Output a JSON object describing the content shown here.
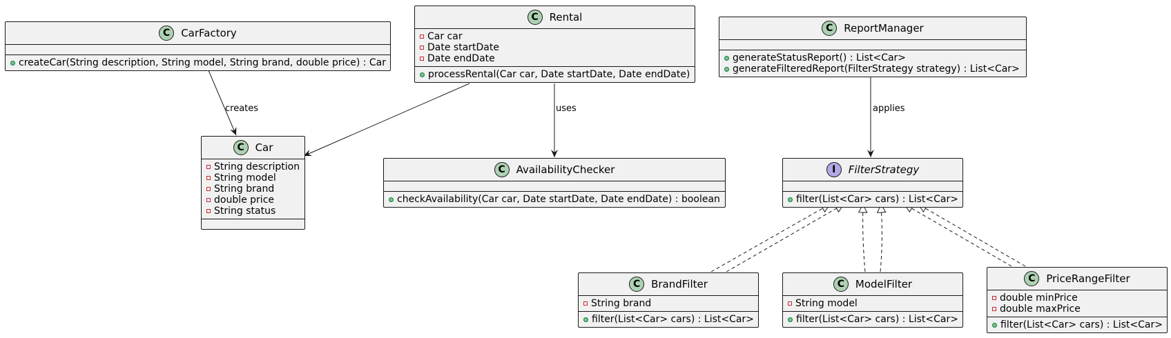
{
  "classes": {
    "carfactory": {
      "name": "CarFactory",
      "badge": "C",
      "fields": [],
      "methods": [
        "createCar(String description, String model, String brand, double price) : Car"
      ]
    },
    "rental": {
      "name": "Rental",
      "badge": "C",
      "fields": [
        "Car car",
        "Date startDate",
        "Date endDate"
      ],
      "methods": [
        "processRental(Car car, Date startDate, Date endDate)"
      ]
    },
    "reportmanager": {
      "name": "ReportManager",
      "badge": "C",
      "fields": [],
      "methods": [
        "generateStatusReport() : List<Car>",
        "generateFilteredReport(FilterStrategy strategy) : List<Car>"
      ]
    },
    "car": {
      "name": "Car",
      "badge": "C",
      "fields": [
        "String description",
        "String model",
        "String brand",
        "double price",
        "String status"
      ],
      "methods": []
    },
    "availabilitychecker": {
      "name": "AvailabilityChecker",
      "badge": "C",
      "fields": [],
      "methods": [
        "checkAvailability(Car car, Date startDate, Date endDate) : boolean"
      ]
    },
    "filterstrategy": {
      "name": "FilterStrategy",
      "badge": "I",
      "fields": [],
      "methods": [
        "filter(List<Car> cars) : List<Car>"
      ]
    },
    "brandfilter": {
      "name": "BrandFilter",
      "badge": "C",
      "fields": [
        "String brand"
      ],
      "methods": [
        "filter(List<Car> cars) : List<Car>"
      ]
    },
    "modelfilter": {
      "name": "ModelFilter",
      "badge": "C",
      "fields": [
        "String model"
      ],
      "methods": [
        "filter(List<Car> cars) : List<Car>"
      ]
    },
    "pricerangefilter": {
      "name": "PriceRangeFilter",
      "badge": "C",
      "fields": [
        "double minPrice",
        "double maxPrice"
      ],
      "methods": [
        "filter(List<Car> cars) : List<Car>"
      ]
    }
  },
  "relations": {
    "carfactory_car": "creates",
    "rental_checker": "uses",
    "report_strategy": "applies"
  },
  "colors": {
    "class_fill": "#f1f1f1",
    "class_badge": "#add1b2",
    "interface_badge": "#b4a7e5",
    "line": "#181818"
  }
}
